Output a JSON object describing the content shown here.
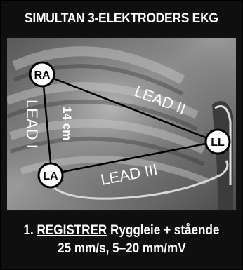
{
  "header": {
    "title": "SIMULTAN 3-ELEKTRODERS EKG"
  },
  "electrodes": {
    "ra": "RA",
    "la": "LA",
    "ll": "LL"
  },
  "leads": {
    "lead_i": "LEAD I",
    "lead_ii": "LEAD II",
    "lead_iii": "LEAD III"
  },
  "distance_label": "14 cm",
  "footer": {
    "step_number": "1.",
    "step_action": "REGISTRER",
    "step_rest": "Ryggleie + stående",
    "settings": "25 mm/s, 5–20 mm/mV"
  },
  "colors": {
    "background": "#111111",
    "text": "#ffffff",
    "electrode_fill": "#ffffff",
    "electrode_text": "#000000"
  }
}
